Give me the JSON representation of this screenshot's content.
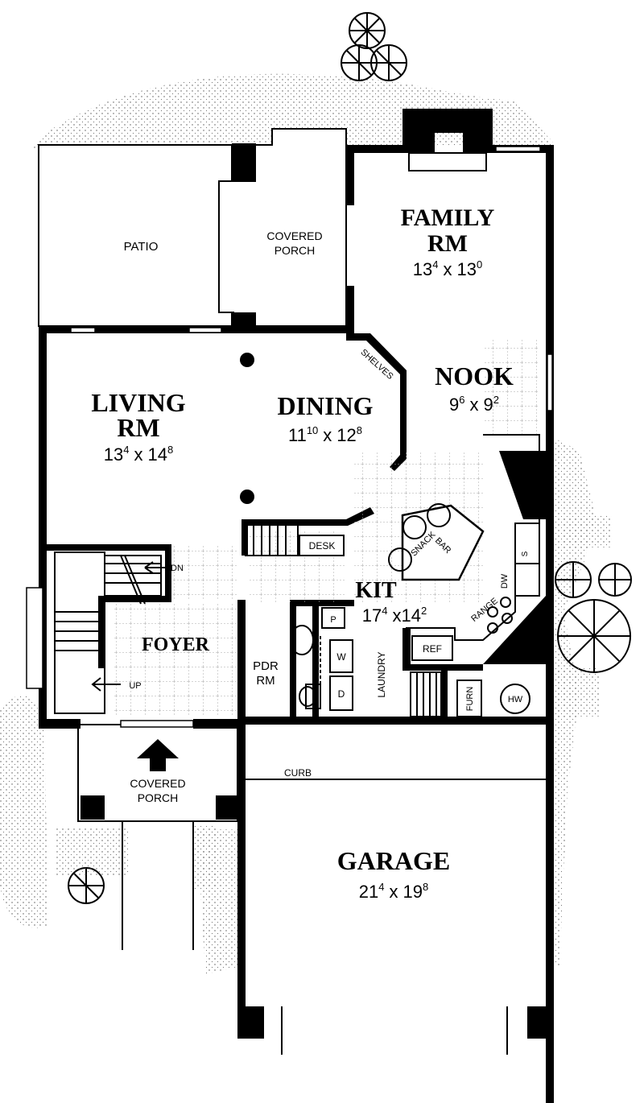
{
  "rooms": {
    "patio": "PATIO",
    "covered_porch_rear": [
      "COVERED",
      "PORCH"
    ],
    "family_rm": {
      "name": [
        "FAMILY",
        "RM"
      ],
      "w": "13",
      "w_in": "4",
      "x": "x",
      "h": "13",
      "h_in": "0"
    },
    "living_rm": {
      "name": [
        "LIVING",
        "RM"
      ],
      "w": "13",
      "w_in": "4",
      "x": "x",
      "h": "14",
      "h_in": "8"
    },
    "dining": {
      "name": "DINING",
      "w": "11",
      "w_in": "10",
      "x": "x",
      "h": "12",
      "h_in": "8"
    },
    "nook": {
      "name": "NOOK",
      "w": "9",
      "w_in": "6",
      "x": "x",
      "h": "9",
      "h_in": "2"
    },
    "kit": {
      "name": "KIT",
      "w": "17",
      "w_in": "4",
      "x": "x",
      "h": "14",
      "h_in": "2"
    },
    "foyer": "FOYER",
    "pdr_rm": [
      "PDR",
      "RM"
    ],
    "laundry": "LAUNDRY",
    "covered_porch_front": [
      "COVERED",
      "PORCH"
    ],
    "garage": {
      "name": "GARAGE",
      "w": "21",
      "w_in": "4",
      "x": "x",
      "h": "19",
      "h_in": "8"
    }
  },
  "fixtures": {
    "shelves": "SHELVES",
    "desk": "DESK",
    "snack": "SNACK",
    "bar": "BAR",
    "dn": "DN",
    "up": "UP",
    "pantry": "P",
    "washer": "W",
    "dryer": "D",
    "ref": "REF",
    "range": "RANGE",
    "dw": "DW",
    "sink": "S",
    "furn": "FURN",
    "hw": "HW",
    "curb": "CURB"
  }
}
